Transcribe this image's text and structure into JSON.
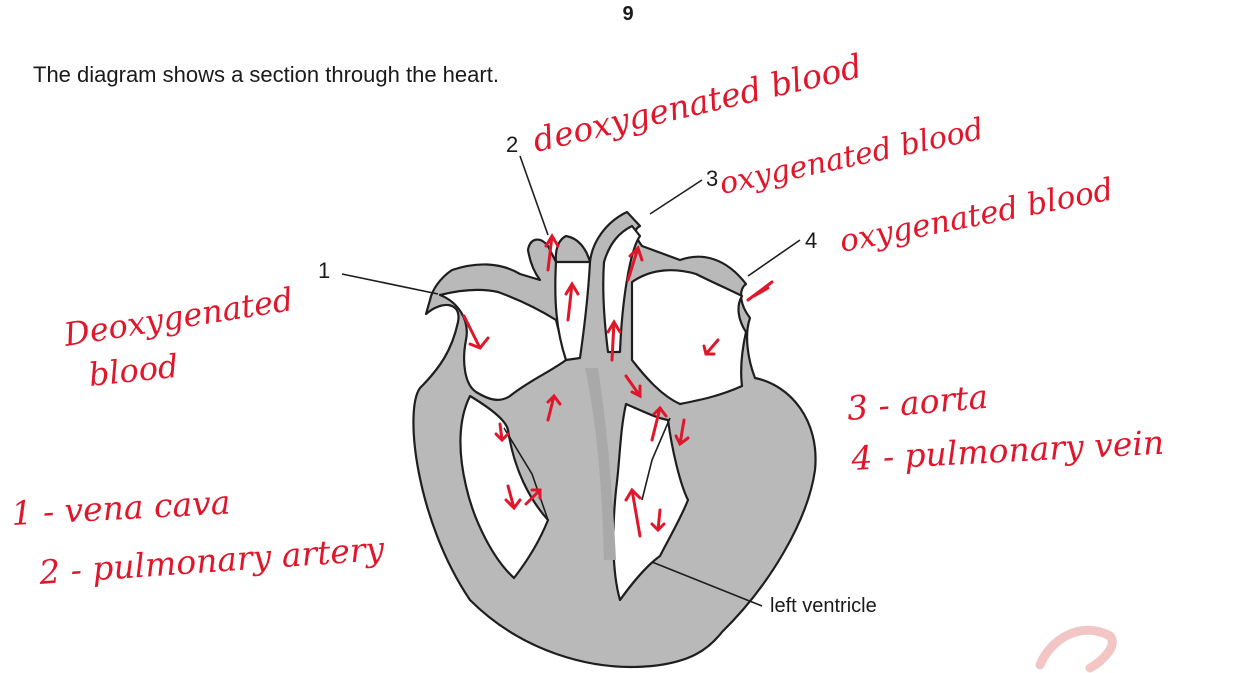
{
  "page_number": "9",
  "question_text": "The diagram shows a section through the heart.",
  "printed_labels": {
    "label_1": "1",
    "label_2": "2",
    "label_3": "3",
    "label_4": "4",
    "left_ventricle": "left ventricle"
  },
  "handwritten_notes": {
    "note_2": "deoxygenated blood",
    "note_3": "oxygenated blood",
    "note_4": "oxygenated blood",
    "note_1_line1": "Deoxygenated",
    "note_1_line2": "blood",
    "answer_3": "3 - aorta",
    "answer_4": "4 - pulmonary vein",
    "answer_1": "1 - vena cava",
    "answer_2": "2 - pulmonary artery"
  },
  "colors": {
    "ink_print": "#1a1a1a",
    "ink_handwriting": "#e0162b",
    "heart_wall": "#b9b9b9"
  }
}
